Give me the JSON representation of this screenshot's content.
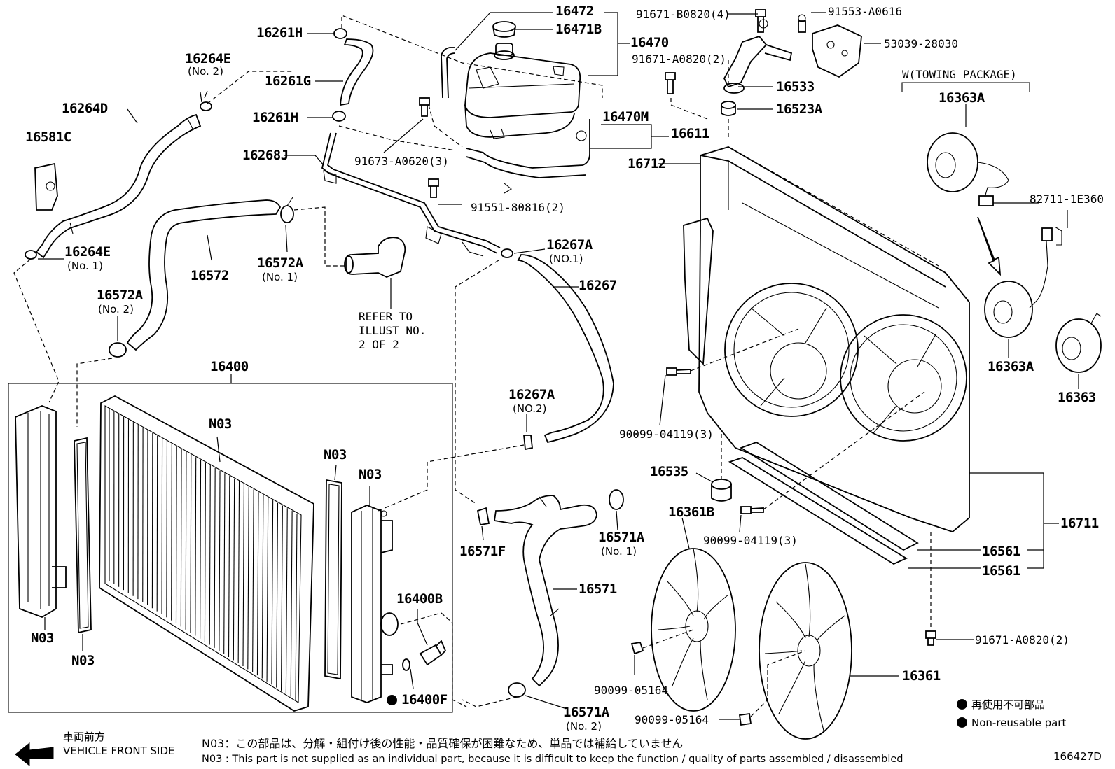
{
  "diagram_id": "166427D",
  "labels": {
    "p16472": "16472",
    "p16471B": "16471B",
    "p16470": "16470",
    "p91671B": "91671-B0820(4)",
    "p91553": "91553-A0616",
    "p53039": "53039-28030",
    "p91671A_top": "91671-A0820(2)",
    "p16533": "16533",
    "p16523A": "16523A",
    "p16470M": "16470M",
    "p16611": "16611",
    "p16712": "16712",
    "p16261H_top": "16261H",
    "p16264E_top": "16264E",
    "p16264E_top_sub": "(No. 2)",
    "p16261G": "16261G",
    "p16264D": "16264D",
    "p16261H_mid": "16261H",
    "p16581C": "16581C",
    "p16268J": "16268J",
    "p91673": "91673-A0620(3)",
    "p91551": "91551-80816(2)",
    "p16267A_top": "16267A",
    "p16267A_top_sub": "(NO.1)",
    "p16267": "16267",
    "p16264E_bot": "16264E",
    "p16264E_bot_sub": "(No. 1)",
    "p16572": "16572",
    "p16572A_top": "16572A",
    "p16572A_top_sub": "(No. 1)",
    "p16572A_left": "16572A",
    "p16572A_left_sub": "(No. 2)",
    "refer_line1": "REFER TO",
    "refer_line2": "ILLUST NO.",
    "refer_line3": "2 OF 2",
    "towing": "W(TOWING PACKAGE)",
    "p16363A_top": "16363A",
    "p82711": "82711-1E360",
    "p16363A_mid": "16363A",
    "p16363": "16363",
    "p16400": "16400",
    "n03_a": "N03",
    "n03_b": "N03",
    "n03_c": "N03",
    "n03_d": "N03",
    "n03_e": "N03",
    "p16400B": "16400B",
    "p16400F": "16400F",
    "p16267A_mid": "16267A",
    "p16267A_mid_sub": "(NO.2)",
    "p90099_04119_a": "90099-04119(3)",
    "p16535": "16535",
    "p16361B": "16361B",
    "p90099_04119_b": "90099-04119(3)",
    "p16711": "16711",
    "p16561_a": "16561",
    "p16561_b": "16561",
    "p16571F": "16571F",
    "p16571A_top": "16571A",
    "p16571A_top_sub": "(No. 1)",
    "p16571": "16571",
    "p16571A_bot": "16571A",
    "p16571A_bot_sub": "(No. 2)",
    "p91671A_bot": "91671-A0820(2)",
    "p90099_05164_a": "90099-05164",
    "p90099_05164_b": "90099-05164",
    "p16361": "16361"
  },
  "legend": {
    "jp": "再使用不可部品",
    "en": "Non-reusable part"
  },
  "footer": {
    "front_jp": "車両前方",
    "front_en": "VEHICLE FRONT SIDE",
    "n03_jp": "N03：この部品は、分解・組付け後の性能・品質確保が困難なため、単品では補給していません",
    "n03_en": "N03 : This part is not supplied as an individual part, because it is difficult to keep the function / quality of parts  assembled / disassembled",
    "code": "166427D"
  }
}
